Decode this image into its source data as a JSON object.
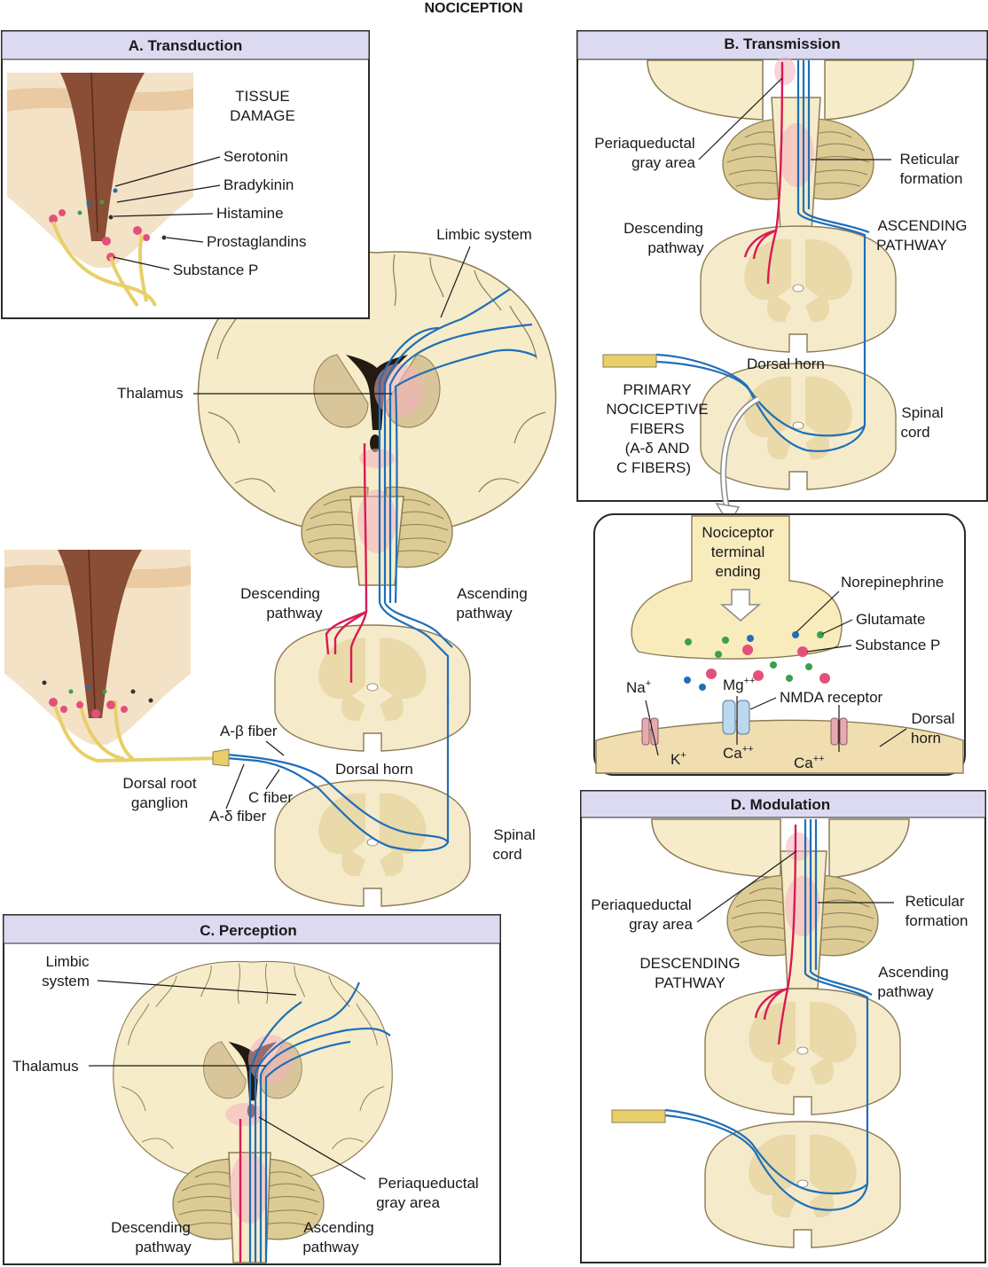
{
  "title": "NOCICEPTION",
  "panels": {
    "a": {
      "header": "A. Transduction"
    },
    "b": {
      "header": "B. Transmission"
    },
    "c": {
      "header": "C. Perception"
    },
    "d": {
      "header": "D. Modulation"
    }
  },
  "transduction": {
    "tissue_damage": [
      "TISSUE",
      "DAMAGE"
    ],
    "serotonin": "Serotonin",
    "bradykinin": "Bradykinin",
    "histamine": "Histamine",
    "prostaglandins": "Prostaglandins",
    "substance_p": "Substance P"
  },
  "central": {
    "limbic_system": "Limbic system",
    "thalamus": "Thalamus",
    "descending_pathway": [
      "Descending",
      "pathway"
    ],
    "ascending_pathway": [
      "Ascending",
      "pathway"
    ],
    "a_beta_fiber": "A-β fiber",
    "c_fiber": "C fiber",
    "a_delta_fiber": "A-δ fiber",
    "dorsal_root_ganglion": [
      "Dorsal root",
      "ganglion"
    ],
    "dorsal_horn": "Dorsal horn",
    "spinal_cord": [
      "Spinal",
      "cord"
    ]
  },
  "transmission": {
    "periaqueductal_gray": [
      "Periaqueductal",
      "gray area"
    ],
    "reticular_formation": [
      "Reticular",
      "formation"
    ],
    "descending_pathway": [
      "Descending",
      "pathway"
    ],
    "ascending_pathway": [
      "ASCENDING",
      "PATHWAY"
    ],
    "dorsal_horn": "Dorsal horn",
    "primary_fibers": [
      "PRIMARY",
      "NOCICEPTIVE",
      "FIBERS",
      "(A-δ AND",
      "C FIBERS)"
    ],
    "spinal_cord": [
      "Spinal",
      "cord"
    ]
  },
  "synapse": {
    "terminal": [
      "Nociceptor",
      "terminal",
      "ending"
    ],
    "norepinephrine": "Norepinephrine",
    "glutamate": "Glutamate",
    "substance_p": "Substance P",
    "na": "Na",
    "na_sup": "+",
    "mg": "Mg",
    "mg_sup": "++",
    "nmda": "NMDA receptor",
    "k": "K",
    "k_sup": "+",
    "ca1": "Ca",
    "ca1_sup": "++",
    "ca2": "Ca",
    "ca2_sup": "++",
    "dorsal_horn": [
      "Dorsal",
      "horn"
    ],
    "colors": {
      "norepinephrine": "#1e6fb8",
      "glutamate": "#3aa04a",
      "substance_p": "#e4507a"
    }
  },
  "perception": {
    "limbic_system": [
      "Limbic",
      "system"
    ],
    "thalamus": "Thalamus",
    "periaqueductal_gray": [
      "Periaqueductal",
      "gray area"
    ],
    "descending_pathway": [
      "Descending",
      "pathway"
    ],
    "ascending_pathway": [
      "Ascending",
      "pathway"
    ]
  },
  "modulation": {
    "periaqueductal_gray": [
      "Periaqueductal",
      "gray area"
    ],
    "reticular_formation": [
      "Reticular",
      "formation"
    ],
    "descending_pathway": [
      "DESCENDING",
      "PATHWAY"
    ],
    "ascending_pathway": [
      "Ascending",
      "pathway"
    ]
  }
}
